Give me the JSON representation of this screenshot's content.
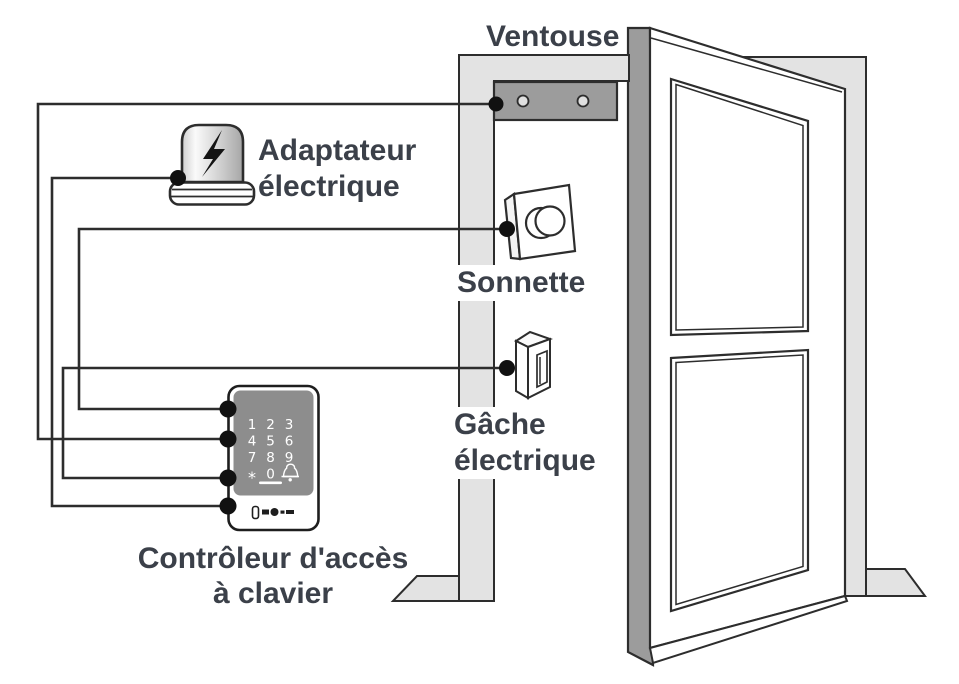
{
  "labels": {
    "ventouse": "Ventouse",
    "adaptateur": [
      "Adaptateur",
      "électrique"
    ],
    "sonnette": "Sonnette",
    "gache": [
      "Gâche",
      "électrique"
    ],
    "controleur": [
      "Contrôleur d'accès",
      "à clavier"
    ]
  },
  "keypad": {
    "keys": [
      "1",
      "2",
      "3",
      "4",
      "5",
      "6",
      "7",
      "8",
      "9",
      "*",
      "0"
    ],
    "bell_key_icon": "bell-icon"
  },
  "connections": [
    {
      "from": "controleur-port-1",
      "to": "sonnette"
    },
    {
      "from": "controleur-port-2",
      "to": "ventouse"
    },
    {
      "from": "controleur-port-3",
      "to": "gache-electrique"
    },
    {
      "from": "controleur-port-4",
      "to": "adaptateur-electrique"
    }
  ],
  "colors": {
    "line": "#2d2d2d",
    "text": "#3b4049",
    "frame_fill": "#e3e3e3",
    "dark_fill": "#9c9c9c",
    "keypad_panel": "#8d8d8d",
    "background": "#ffffff"
  }
}
